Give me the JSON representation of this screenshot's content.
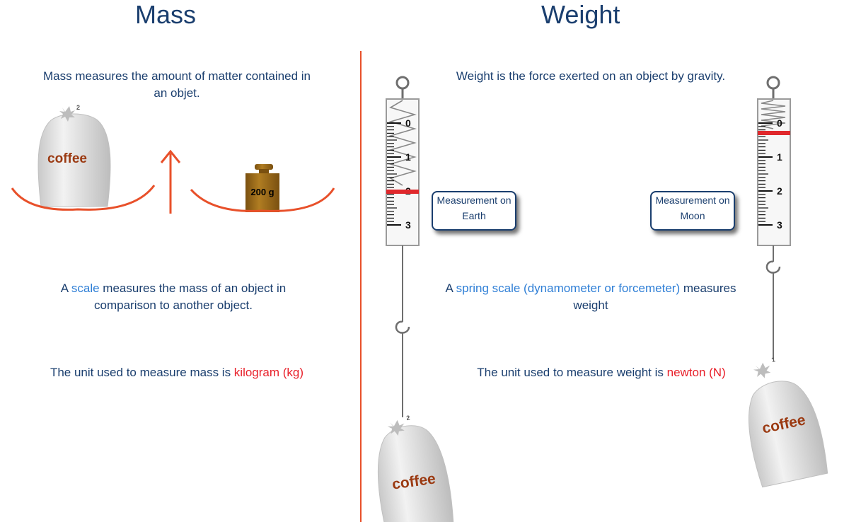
{
  "mass": {
    "title": "Mass",
    "intro": "Mass measures the amount of matter contained in an objet.",
    "bag_label": "coffee",
    "bag_tag": "2",
    "weight_label": "200 g",
    "scale_line": {
      "pre": "A ",
      "highlight": "scale",
      "post": " measures the mass of an object in comparison to another object."
    },
    "unit_line": {
      "pre": "The unit used to measure mass is ",
      "highlight": "kilogram (kg)"
    }
  },
  "weight": {
    "title": "Weight",
    "intro": "Weight is the force exerted on an object by gravity.",
    "earth_box": "Measurement on Earth",
    "moon_box": "Measurement on Moon",
    "earth_bag_label": "coffee",
    "earth_bag_tag": "2",
    "moon_bag_label": "coffee",
    "moon_bag_tag": "1",
    "spring_line": {
      "pre": "A ",
      "highlight": "spring scale (dynamometer or forcemeter)",
      "post": " measures weight"
    },
    "unit_line": {
      "pre": "The unit used to measure weight is ",
      "highlight": "newton (N)"
    },
    "scale_ticks": [
      "0",
      "1",
      "2",
      "3"
    ],
    "earth_reading": 2,
    "moon_reading": 0.33
  },
  "colors": {
    "heading": "#1a3e6e",
    "accent_red": "#e8202a",
    "accent_blue": "#2f7fd6",
    "orange": "#e8502a",
    "brass": "#9a6a1a"
  }
}
